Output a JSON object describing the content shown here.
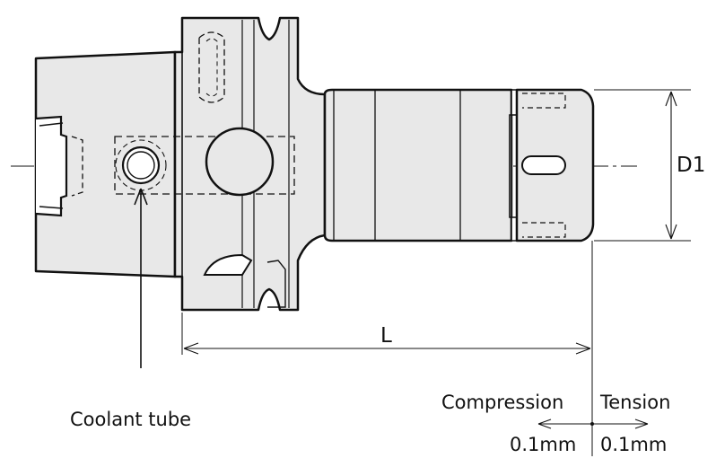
{
  "labels": {
    "d1": "D1",
    "l": "L",
    "coolant_tube": "Coolant tube",
    "compression": "Compression",
    "tension": "Tension",
    "compression_value": "0.1mm",
    "tension_value": "0.1mm"
  },
  "colors": {
    "fill": "#e8e8e8",
    "outline": "#111111"
  }
}
